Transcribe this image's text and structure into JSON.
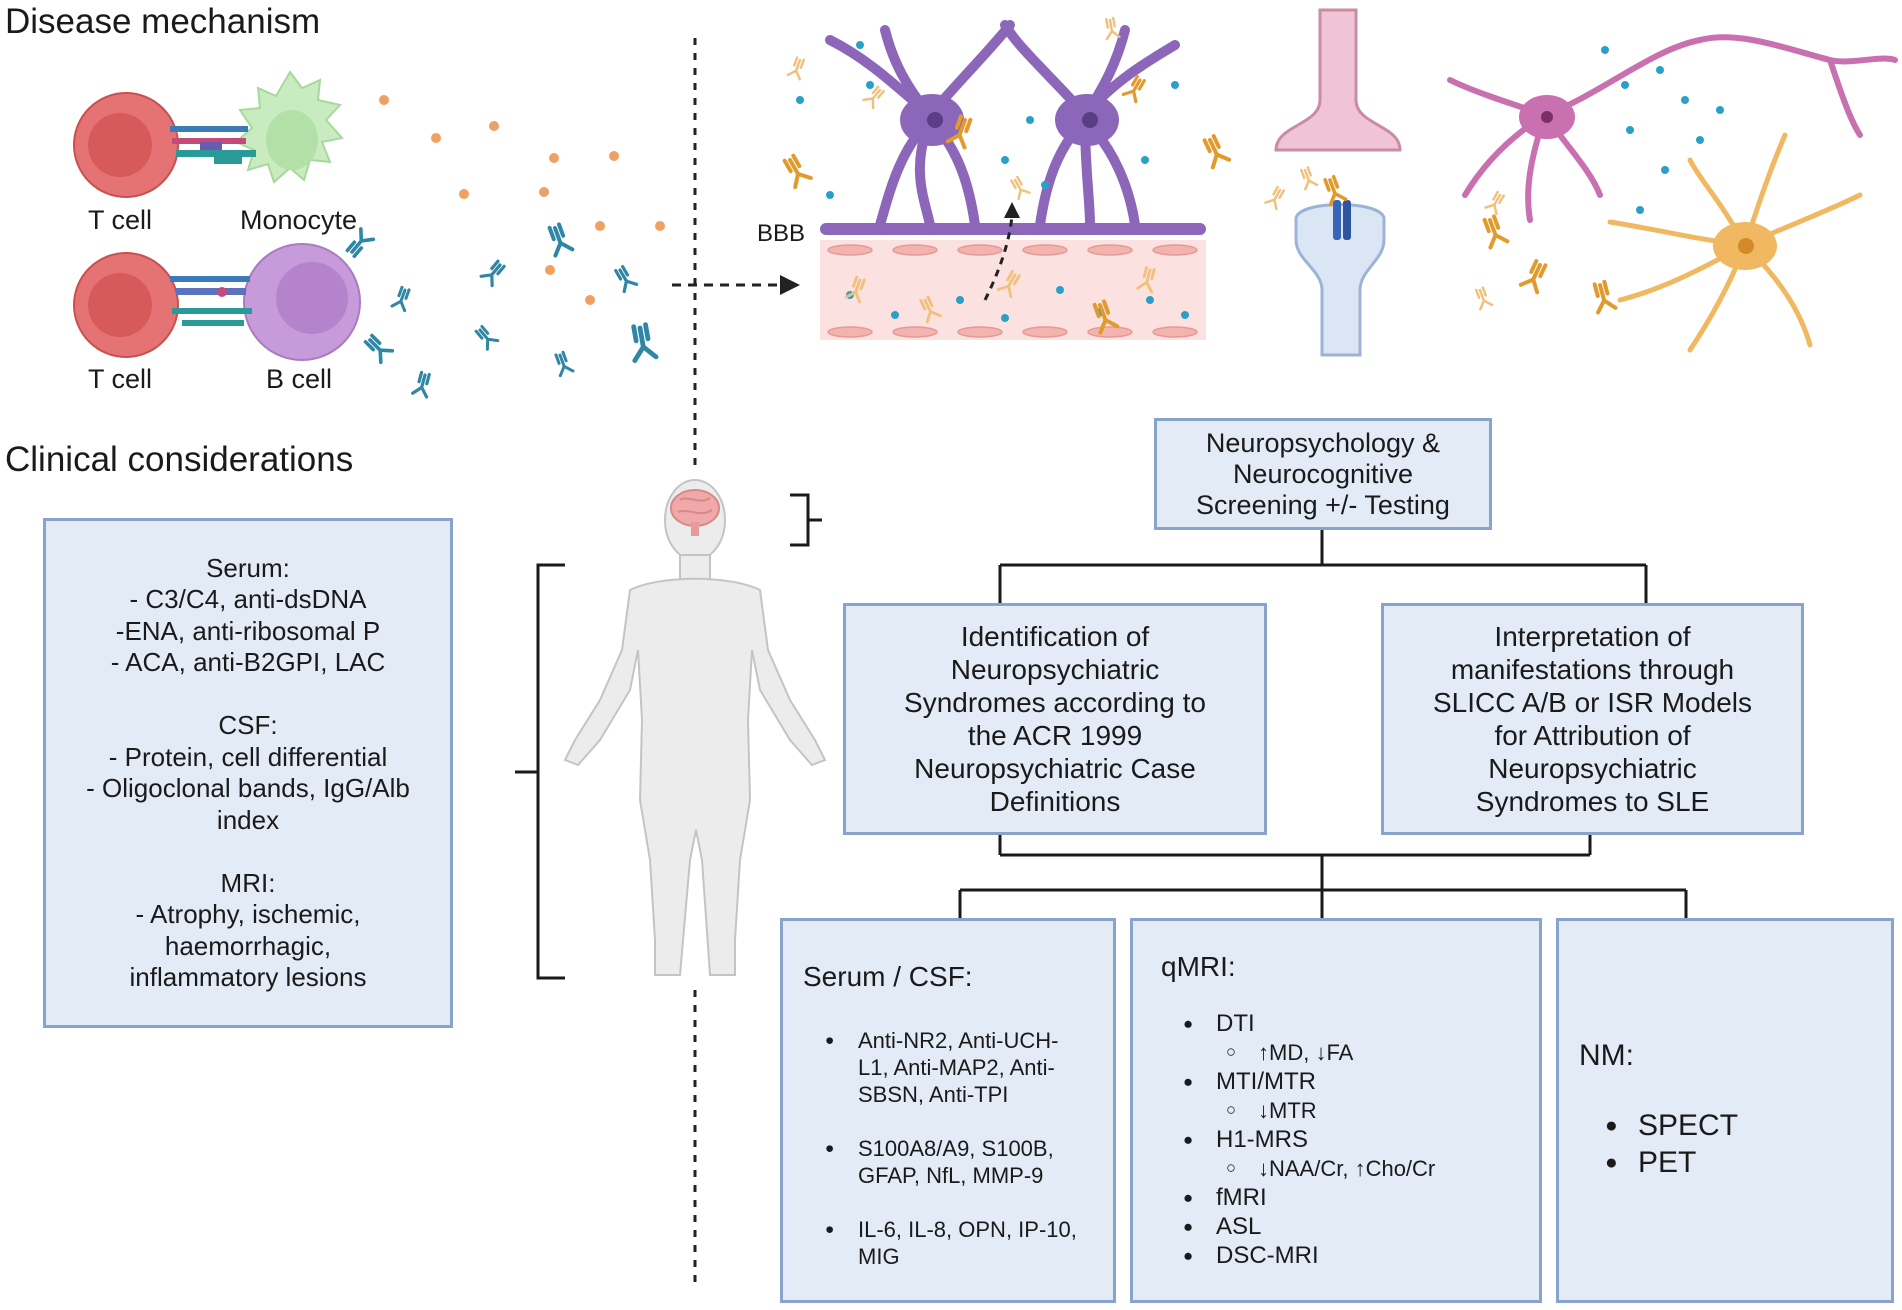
{
  "sections": {
    "mechanism": "Disease mechanism",
    "clinical": "Clinical considerations"
  },
  "cells": {
    "t_cell_top": "T cell",
    "monocyte": "Monocyte",
    "t_cell_bottom": "T cell",
    "b_cell": "B cell"
  },
  "barrier_label": "BBB",
  "clinical_box": {
    "serum_header": "Serum:",
    "serum": [
      "- C3/C4, anti-dsDNA",
      "-ENA, anti-ribosomal P",
      "- ACA, anti-B2GPI, LAC"
    ],
    "csf_header": "CSF:",
    "csf": [
      "- Protein, cell differential",
      "- Oligoclonal bands, IgG/Alb",
      "index"
    ],
    "mri_header": "MRI:",
    "mri": [
      "- Atrophy, ischemic,",
      "haemorrhagic,",
      "inflammatory lesions"
    ]
  },
  "flow": {
    "neuropsych": "Neuropsychology &\nNeurocognitive\nScreening +/- Testing",
    "identification": "Identification of\nNeuropsychiatric\nSyndromes according to\nthe ACR 1999\nNeuropsychiatric Case\nDefinitions",
    "interpretation": "Interpretation of\nmanifestations through\nSLICC A/B or ISR Models\nfor Attribution of\nNeuropsychiatric\nSyndromes to SLE"
  },
  "serum_csf_box": {
    "header": "Serum / CSF:",
    "items": [
      "Anti-NR2, Anti-UCH-L1, Anti-MAP2, Anti-SBSN, Anti-TPI",
      "S100A8/A9, S100B, GFAP, NfL, MMP-9",
      "IL-6, IL-8, OPN, IP-10, MIG"
    ]
  },
  "qmri_box": {
    "header": "qMRI:",
    "dti": "DTI",
    "dti_sub": "↑MD, ↓FA",
    "mti": "MTI/MTR",
    "mti_sub": "↓MTR",
    "mrs": "H1-MRS",
    "mrs_sub": "↓NAA/Cr, ↑Cho/Cr",
    "fmri": "fMRI",
    "asl": "ASL",
    "dsc": "DSC-MRI"
  },
  "nm_box": {
    "header": "NM:",
    "items": [
      "SPECT",
      "PET"
    ]
  },
  "colors": {
    "box_fill": "#e3ebf7",
    "box_border": "#8aa3cc",
    "t_cell": "#e57373",
    "monocyte": "#c8ecc0",
    "b_cell": "#c79ad9",
    "antibody_blue": "#2f86a6",
    "antibody_orange": "#e39a2d",
    "cytokine": "#f0a060",
    "neuron_purple": "#8c66b8",
    "neuron_pink": "#c870b0",
    "astrocyte_orange": "#f0b860",
    "endothelium": "#f6c9c6"
  }
}
